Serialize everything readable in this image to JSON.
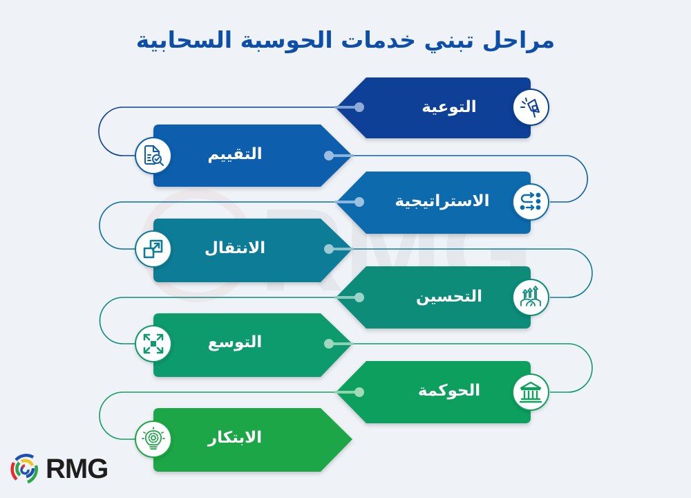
{
  "title": "مراحل تبني خدمات الحوسبة السحابية",
  "steps": [
    {
      "label": "التوعية",
      "icon": "megaphone-icon",
      "color": "#0b3f96",
      "side": "right"
    },
    {
      "label": "التقييم",
      "icon": "document-search-icon",
      "color": "#0b5eae",
      "side": "left"
    },
    {
      "label": "الاستراتيجية",
      "icon": "route-arrows-icon",
      "color": "#0a6bad",
      "side": "right"
    },
    {
      "label": "الانتقال",
      "icon": "migrate-window-icon",
      "color": "#0c7c96",
      "side": "left"
    },
    {
      "label": "التحسين",
      "icon": "performance-up-icon",
      "color": "#0b8c7a",
      "side": "right"
    },
    {
      "label": "التوسع",
      "icon": "expand-arrows-icon",
      "color": "#0e9a6c",
      "side": "left"
    },
    {
      "label": "الحوكمة",
      "icon": "institution-building-icon",
      "color": "#109f5d",
      "side": "right"
    },
    {
      "label": "الابتكار",
      "icon": "innovation-bulb-icon",
      "color": "#1ca646",
      "side": "left"
    }
  ],
  "logo": {
    "text": "RMG",
    "colors": [
      "#e52b2b",
      "#1f4fb5",
      "#f2c318",
      "#2aa84a"
    ]
  }
}
